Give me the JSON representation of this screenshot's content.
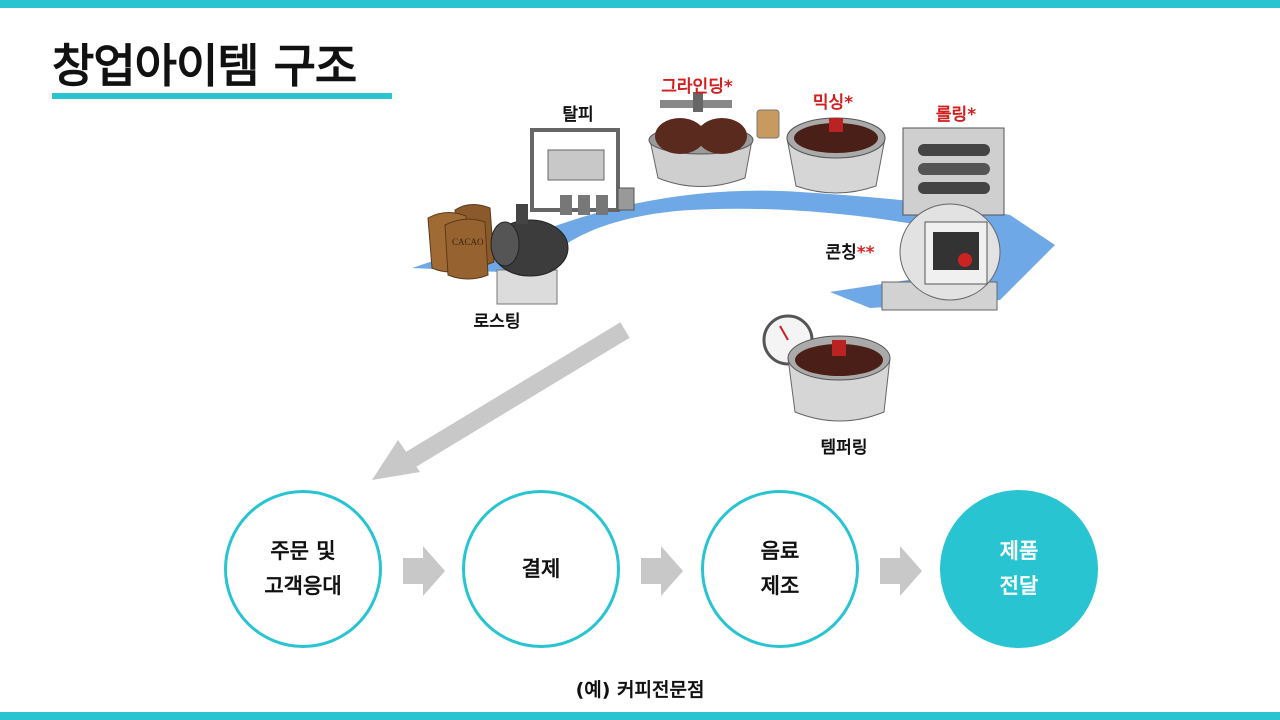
{
  "colors": {
    "accent": "#29c4d2",
    "flow_band": "#6fa8e6",
    "big_arrow": "#c8c8c8",
    "step_arrow": "#c8c8c8",
    "highlight_label": "#d21e1e"
  },
  "title": "창업아이템 구조",
  "process": {
    "roasting": {
      "label": "로스팅"
    },
    "winnowing": {
      "label": "탈피"
    },
    "grinding": {
      "label": "그라인딩",
      "mark": "*"
    },
    "mixing": {
      "label": "믹싱",
      "mark": "*"
    },
    "rolling": {
      "label": "롤링",
      "mark": "*"
    },
    "conching": {
      "label": "콘칭",
      "mark": "**"
    },
    "tempering": {
      "label": "템퍼링"
    },
    "sack_text": "CACAO"
  },
  "steps": [
    {
      "label": "주문 및\n고객응대"
    },
    {
      "label": "결제"
    },
    {
      "label": "음료\n제조"
    },
    {
      "label": "제품\n전달"
    }
  ],
  "caption": "(예) 커피전문점"
}
